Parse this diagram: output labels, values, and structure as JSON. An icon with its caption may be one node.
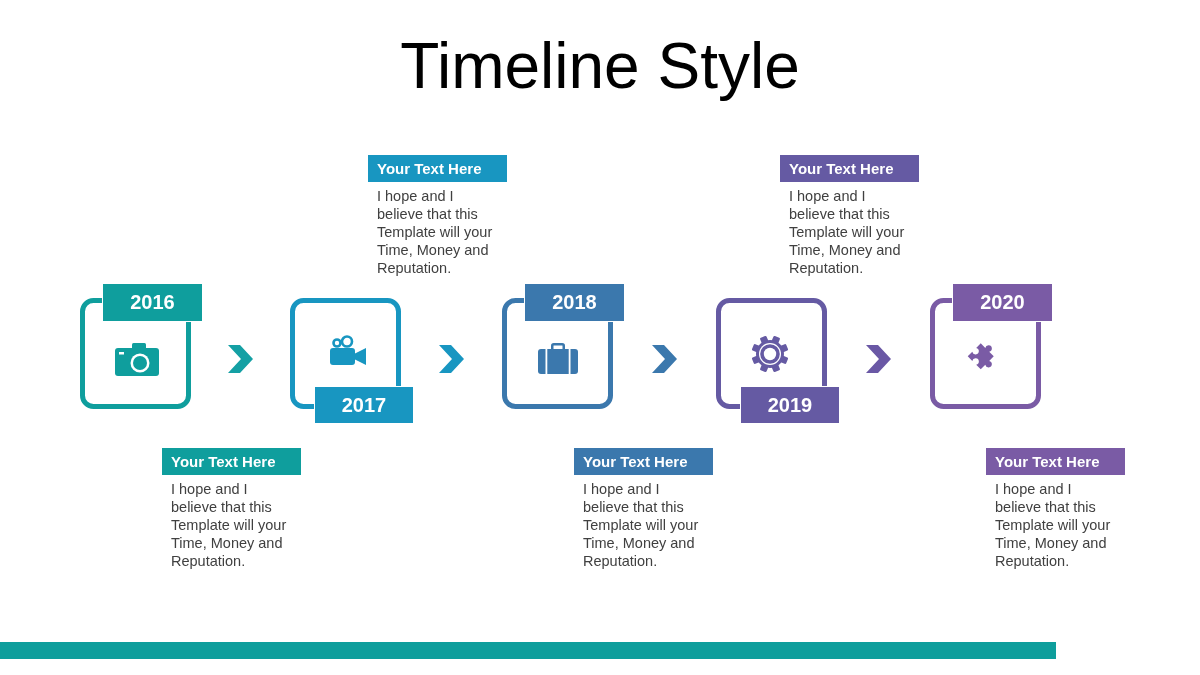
{
  "diagram": {
    "title": "Timeline Style",
    "nodes": [
      {
        "text": [
          "2016"
        ]
      },
      {
        "text": [
          "2017"
        ]
      },
      {
        "text": [
          "2018"
        ]
      },
      {
        "text": [
          "2019"
        ]
      },
      {
        "text": [
          "2020"
        ]
      },
      {
        "text": [
          "Your Text Here",
          "I hope and I believe that this Template will your Time, Money and Reputation."
        ]
      },
      {
        "text": [
          "Your Text Here",
          "I hope and I believe that this Template will your Time, Money and Reputation."
        ]
      },
      {
        "text": [
          "Your Text Here",
          "I hope and I believe that this Template will your Time, Money and Reputation."
        ]
      },
      {
        "text": [
          "Your Text Here",
          "I hope and I believe that this Template will your Time, Money and Reputation."
        ]
      },
      {
        "text": [
          "Your Text Here",
          "I hope and I believe that this Template will your Time, Money and Reputation."
        ]
      }
    ],
    "edges": [
      {
        "from": 0,
        "to": 1,
        "arrow": "to",
        "color": "#14a0a4"
      },
      {
        "from": 1,
        "to": 2,
        "arrow": "to",
        "color": "#1896c1"
      },
      {
        "from": 2,
        "to": 3,
        "arrow": "to",
        "color": "#3b78ad"
      },
      {
        "from": 3,
        "to": 4,
        "arrow": "to",
        "color": "#6a58a5"
      }
    ]
  }
}
